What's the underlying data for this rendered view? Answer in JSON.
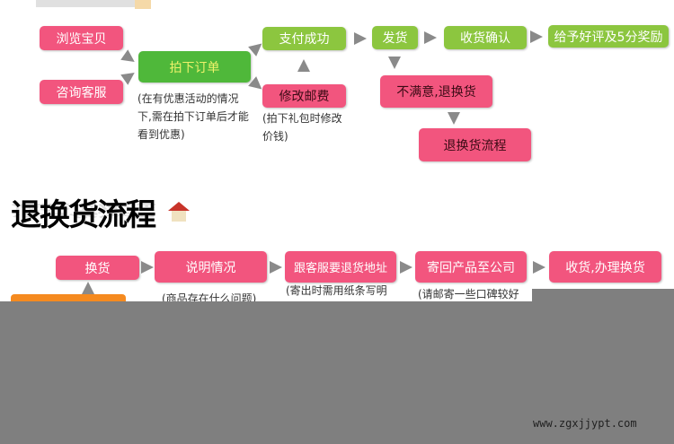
{
  "top_flow": {
    "browse": "浏览宝贝",
    "consult": "咨询客服",
    "order": "拍下订单",
    "paid": "支付成功",
    "edit_fee": "修改邮费",
    "ship": "发货",
    "confirm": "收货确认",
    "review": "给予好评及5分奖励",
    "unsatisfied": "不满意,退换货",
    "return_flow": "退换货流程",
    "order_note": "(在有优惠活动的情况下,需在拍下订单后才能看到优惠)",
    "fee_note": "(拍下礼包时修改价钱)"
  },
  "section_title": "退换货流程",
  "bottom_flow": {
    "exchange": "换货",
    "explain": "说明情况",
    "ask_address": "跟客服要退货地址",
    "send_back": "寄回产品至公司",
    "receive": "收货,办理换货",
    "explain_note": "(商品存在什么问题)",
    "ask_note": "(寄出时需用纸条写明",
    "send_note": "(请邮寄一些口碑较好"
  },
  "watermark": "www.zgxjjypt.com"
}
